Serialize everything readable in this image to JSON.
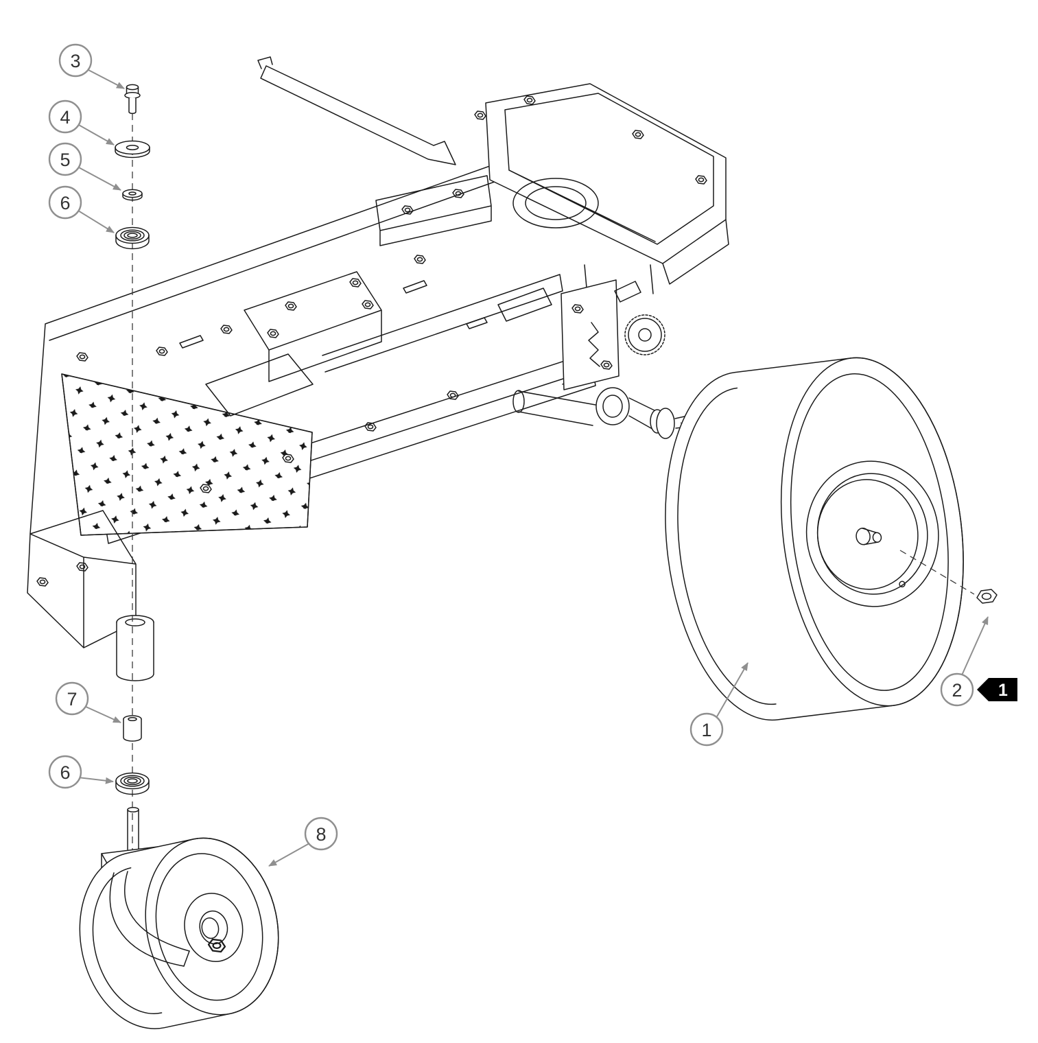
{
  "figure": {
    "background_color": "#ffffff",
    "line_color": "#1a1a1a",
    "callout_color": "#8f8f8f",
    "callout_text_color": "#333333",
    "callouts": {
      "c1": {
        "label": "1"
      },
      "c2": {
        "label": "2"
      },
      "c3": {
        "label": "3"
      },
      "c4": {
        "label": "4"
      },
      "c5": {
        "label": "5"
      },
      "c6a": {
        "label": "6"
      },
      "c6b": {
        "label": "6"
      },
      "c7": {
        "label": "7"
      },
      "c8": {
        "label": "8"
      }
    },
    "badge": {
      "label": "1",
      "background": "#000000",
      "text_color": "#ffffff"
    }
  }
}
